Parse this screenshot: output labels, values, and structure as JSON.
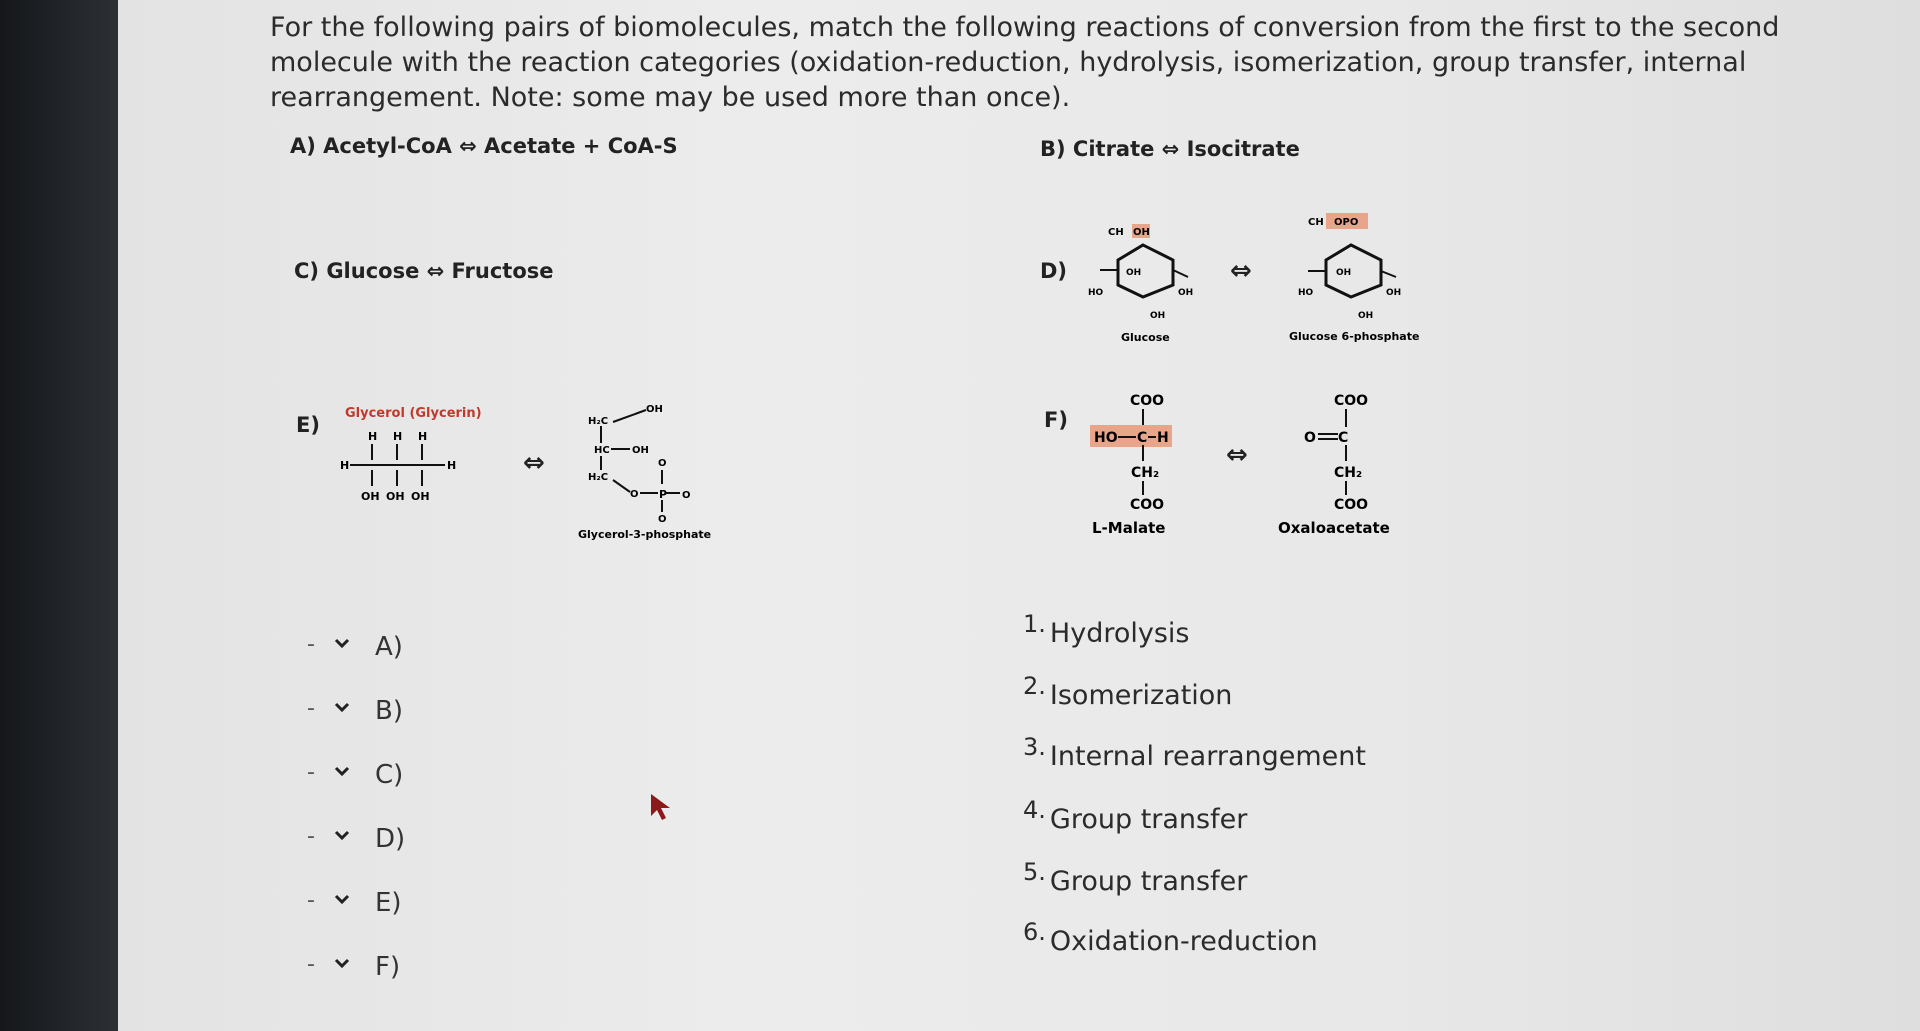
{
  "question": {
    "line1": "For the following pairs of biomolecules, match the following reactions of conversion from the first to the second",
    "line2": "molecule with the reaction categories (oxidation-reduction, hydrolysis, isomerization, group transfer, internal",
    "line3": "rearrangement. Note: some may be used more than once)."
  },
  "pairs": {
    "a": "A) Acetyl-CoA ⇔ Acetate + CoA-S",
    "b": "B) Citrate ⇔ Isocitrate",
    "c": "C) Glucose ⇔ Fructose",
    "d": "D)",
    "e": "E)",
    "f": "F)"
  },
  "figures": {
    "d_left_caption": "Glucose",
    "d_right_caption": "Glucose 6-phosphate",
    "e_left_title": "Glycerol (Glycerin)",
    "e_right_caption": "Glycerol-3-phosphate",
    "f_left_caption": "L-Malate",
    "f_right_caption": "Oxaloacetate",
    "arrow": "⇔"
  },
  "selects": [
    {
      "value": "-",
      "label": "A)"
    },
    {
      "value": "-",
      "label": "B)"
    },
    {
      "value": "-",
      "label": "C)"
    },
    {
      "value": "-",
      "label": "D)"
    },
    {
      "value": "-",
      "label": "E)"
    },
    {
      "value": "-",
      "label": "F)"
    }
  ],
  "options": [
    {
      "num": "1.",
      "text": "Hydrolysis"
    },
    {
      "num": "2.",
      "text": "Isomerization"
    },
    {
      "num": "3.",
      "text": "Internal rearrangement"
    },
    {
      "num": "4.",
      "text": "Group transfer"
    },
    {
      "num": "5.",
      "text": "Group transfer"
    },
    {
      "num": "6.",
      "text": "Oxidation-reduction"
    }
  ],
  "colors": {
    "highlight": "#e9a58a",
    "text": "#2b2b2b"
  }
}
